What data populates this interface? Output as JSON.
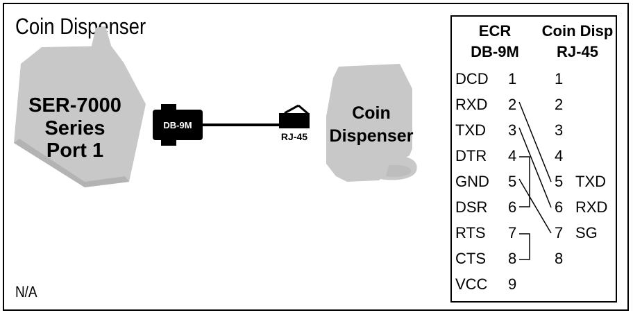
{
  "title": "Coin Dispenser",
  "footer_note": "N/A",
  "ecr": {
    "line1": "SER-7000",
    "line2": "Series",
    "line3": "Port 1"
  },
  "dispenser": {
    "line1": "Coin",
    "line2": "Dispenser"
  },
  "cable": {
    "left_connector": "DB-9M",
    "right_connector": "RJ-45"
  },
  "pinout": {
    "left_header": [
      "ECR",
      "DB-9M"
    ],
    "right_header": [
      "Coin Disp",
      "RJ-45"
    ],
    "left_rows": [
      {
        "signal": "DCD",
        "pin": "1"
      },
      {
        "signal": "RXD",
        "pin": "2"
      },
      {
        "signal": "TXD",
        "pin": "3"
      },
      {
        "signal": "DTR",
        "pin": "4"
      },
      {
        "signal": "GND",
        "pin": "5"
      },
      {
        "signal": "DSR",
        "pin": "6"
      },
      {
        "signal": "RTS",
        "pin": "7"
      },
      {
        "signal": "CTS",
        "pin": "8"
      },
      {
        "signal": "VCC",
        "pin": "9"
      }
    ],
    "right_rows": [
      {
        "pin": "1",
        "signal": ""
      },
      {
        "pin": "2",
        "signal": ""
      },
      {
        "pin": "3",
        "signal": ""
      },
      {
        "pin": "4",
        "signal": ""
      },
      {
        "pin": "5",
        "signal": "TXD"
      },
      {
        "pin": "6",
        "signal": "RXD"
      },
      {
        "pin": "7",
        "signal": "SG"
      },
      {
        "pin": "8",
        "signal": ""
      }
    ]
  }
}
